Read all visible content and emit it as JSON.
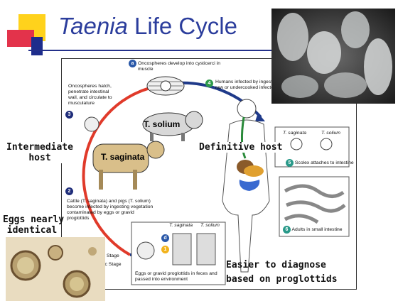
{
  "slide": {
    "title_italic": "Taenia",
    "title_rest": " Life Cycle"
  },
  "overlay_labels": {
    "intermediate_host_1": "Intermediate",
    "intermediate_host_2": "host",
    "definitive_host": "Definitive host",
    "eggs_1": "Eggs nearly",
    "eggs_2": "identical",
    "easier_1": "Easier to diagnose",
    "easier_2": "based on proglottids"
  },
  "diagram": {
    "step_a": "Oncospheres develop into cysticerci in muscle",
    "step_4": "Humans infected by ingesting raw or undercooked infected",
    "step_3": "Oncospheres hatch, penetrate intestinal wall, and circulate to musculature",
    "step_2": "Cattle (T. saginata) and pigs (T. solium) become infected by ingesting vegetation contaminated by eggs or gravid proglottids",
    "step_5": "Scolex attaches to intestine",
    "step_6": "Adults in small intestine",
    "step_1": "Eggs or gravid proglottids in feces and passed into environment",
    "stage_1": "Stage",
    "stage_2": "ic Stage",
    "t_saginata": "T. saginata",
    "t_solium": "T. solium",
    "pig_label": "T. solium",
    "cow_label": "T. saginata",
    "badges": {
      "a": "a",
      "n4": "4",
      "n3": "3",
      "n2": "2",
      "n5": "5",
      "n6": "6",
      "d": "d",
      "n1": "1"
    }
  },
  "colors": {
    "title": "#2b3d9c",
    "infective_arrow": "#e03a2a",
    "diagnostic_arrow": "#1f3a8a",
    "badge_blue": "#2a58a8",
    "badge_green": "#2e9a4a",
    "badge_yellow": "#f2b31c"
  }
}
